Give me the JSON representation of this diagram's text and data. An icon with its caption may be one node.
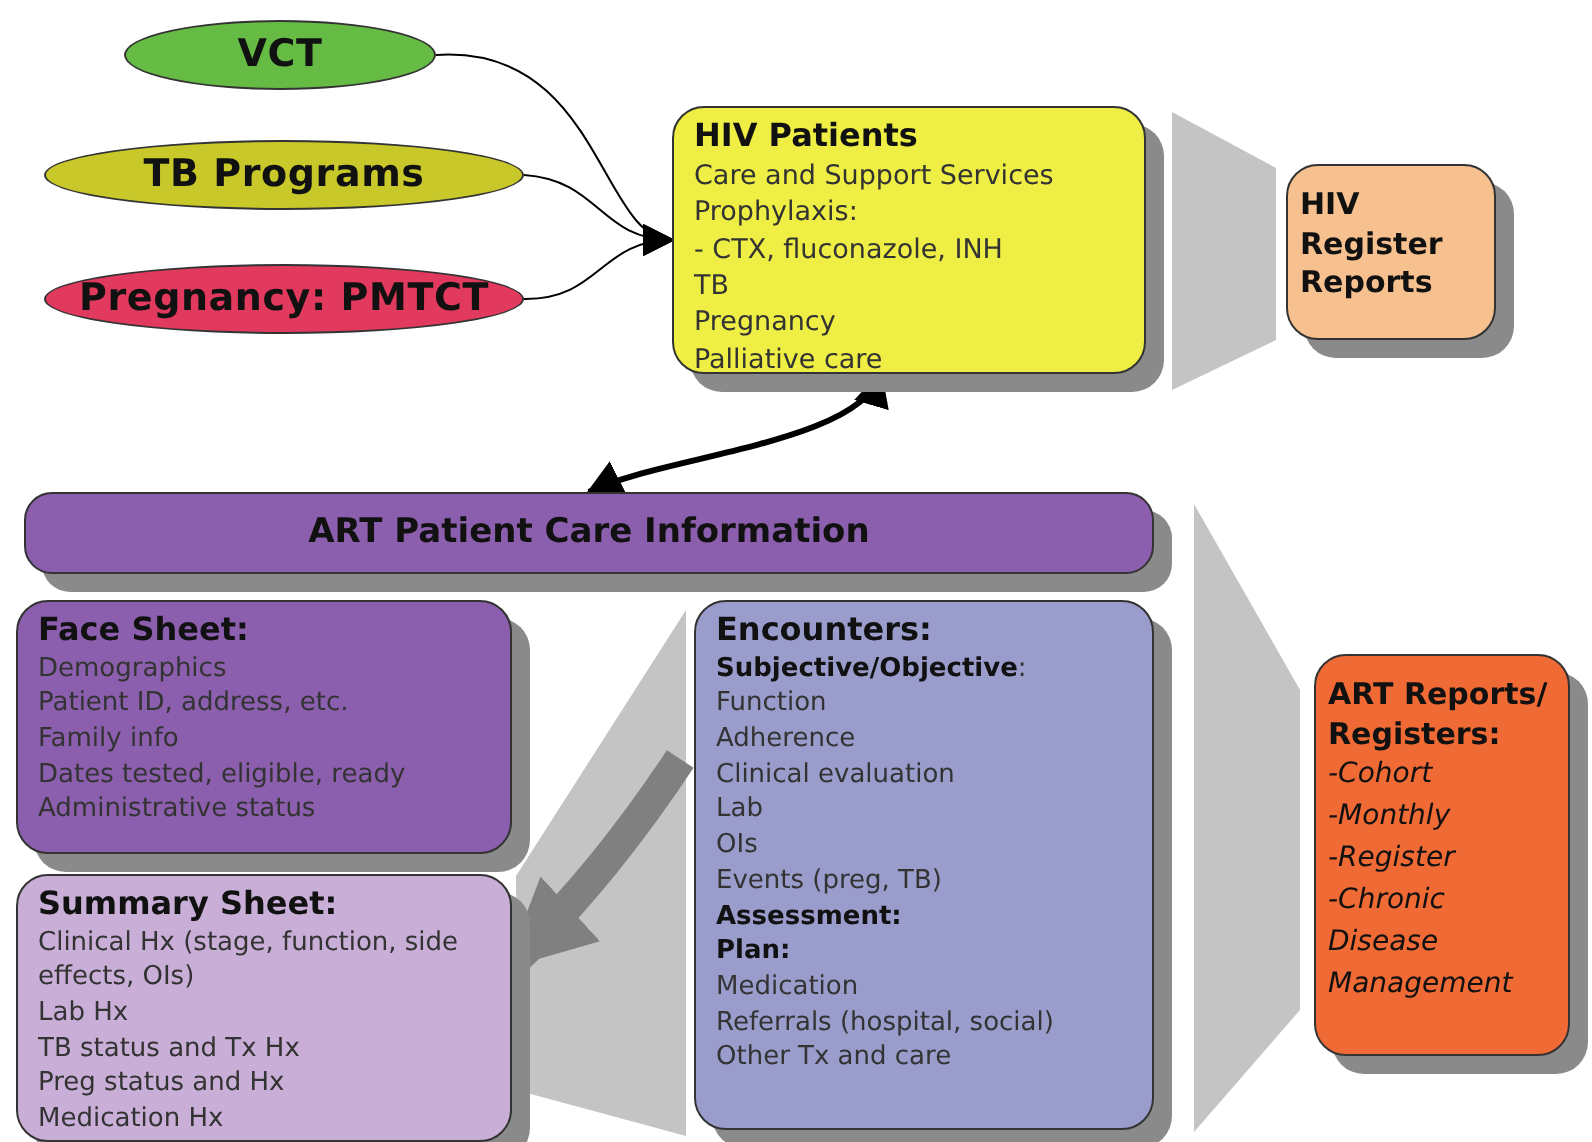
{
  "diagram": {
    "nodes": [
      {
        "text": [
          "VCT"
        ]
      },
      {
        "text": [
          "TB Programs"
        ]
      },
      {
        "text": [
          "Pregnancy: PMTCT"
        ]
      },
      {
        "text": [
          "HIV Patients",
          "Care and Support Services",
          "Prophylaxis:",
          "- CTX, fluconazole, INH",
          "TB",
          "Pregnancy",
          "Palliative care"
        ]
      },
      {
        "text": [
          "HIV Register Reports"
        ]
      },
      {
        "text": [
          "ART Patient Care Information"
        ]
      },
      {
        "text": [
          "Face Sheet:",
          "Demographics",
          "Patient ID, address, etc.",
          "Family info",
          "Dates tested, eligible, ready",
          "Administrative status"
        ]
      },
      {
        "text": [
          "Summary Sheet:",
          "Clinical Hx (stage, function, side effects, OIs)",
          "Lab Hx",
          "TB status and Tx Hx",
          "Preg status and Hx",
          "Medication Hx"
        ]
      },
      {
        "text": [
          "Encounters:",
          "**Subjective/Objective**:",
          "Function",
          "Adherence",
          "Clinical evaluation",
          "Lab",
          "OIs",
          "Events (preg, TB)",
          "**Assessment:**",
          "**Plan:**",
          "Medication",
          "Referrals (hospital, social)",
          "Other Tx and care"
        ]
      },
      {
        "text": [
          "ART Reports/ Registers:",
          "*-Cohort*",
          "*-Monthly*",
          "*-Register*",
          "*-Chronic Disease Management*"
        ]
      },
      {
        "text": [],
        "shape": "funnel"
      },
      {
        "text": [],
        "shape": "funnel"
      }
    ],
    "edges": [
      {
        "from": 0,
        "to": 3,
        "arrow": "to"
      },
      {
        "from": 1,
        "to": 3,
        "arrow": "to"
      },
      {
        "from": 2,
        "to": 3,
        "arrow": "to"
      },
      {
        "from": 5,
        "to": 3,
        "arrow": "both",
        "style": "thick"
      },
      {
        "from": 8,
        "to": 7,
        "arrow": "to",
        "style": "thick",
        "color": "#808080"
      }
    ]
  }
}
